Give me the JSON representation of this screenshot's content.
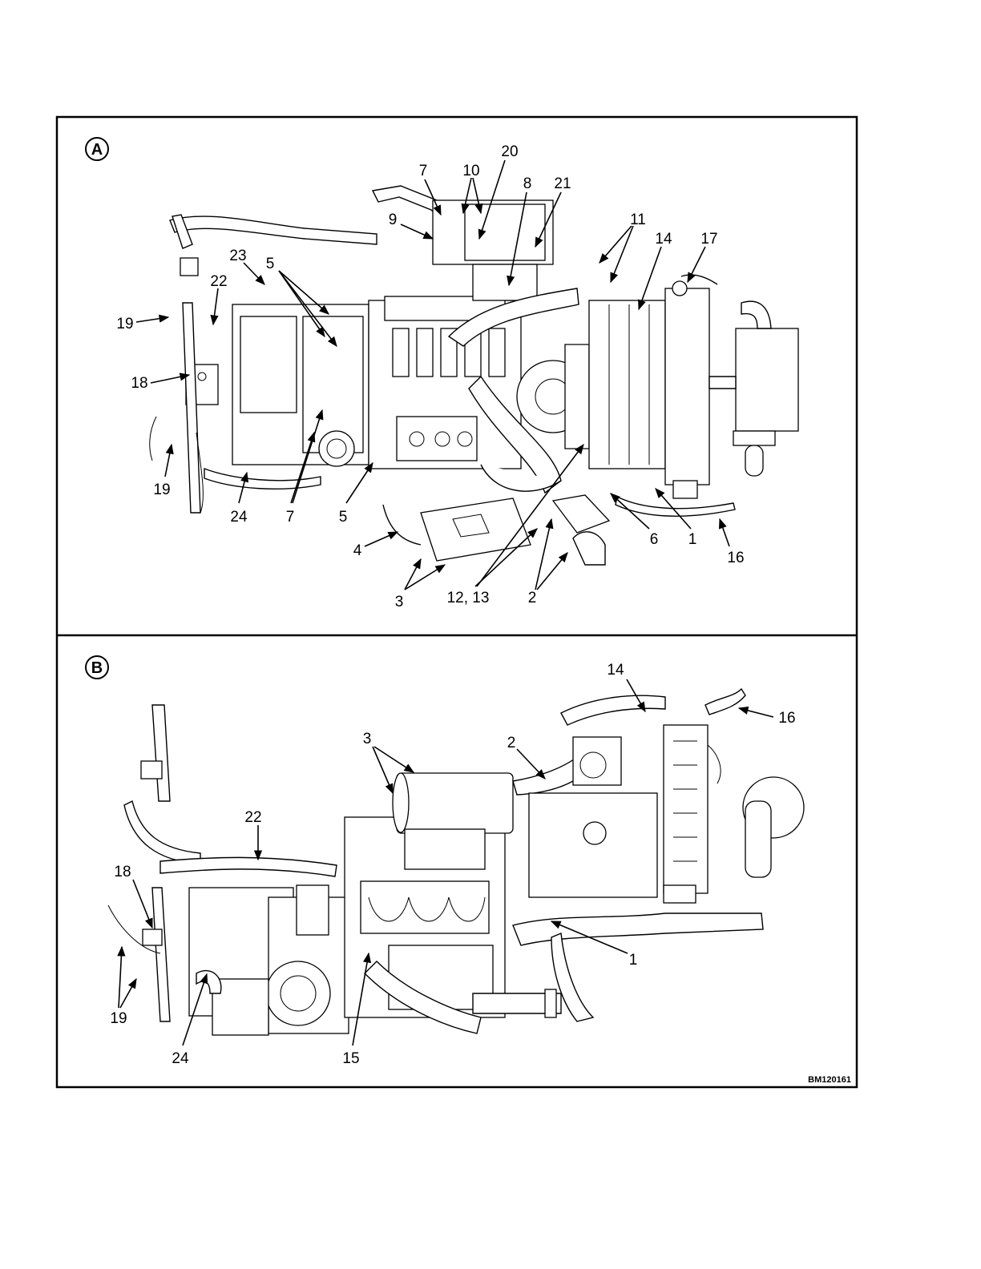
{
  "figure_id": "BM120161",
  "panels": [
    {
      "letter": "A",
      "callouts": [
        "20",
        "7",
        "10",
        "8",
        "21",
        "9",
        "11",
        "14",
        "17",
        "23",
        "5",
        "22",
        "19",
        "18",
        "19",
        "24",
        "7",
        "5",
        "4",
        "3",
        "12, 13",
        "2",
        "6",
        "1",
        "16"
      ]
    },
    {
      "letter": "B",
      "callouts": [
        "14",
        "16",
        "3",
        "2",
        "22",
        "18",
        "1",
        "19",
        "24",
        "15"
      ]
    }
  ]
}
